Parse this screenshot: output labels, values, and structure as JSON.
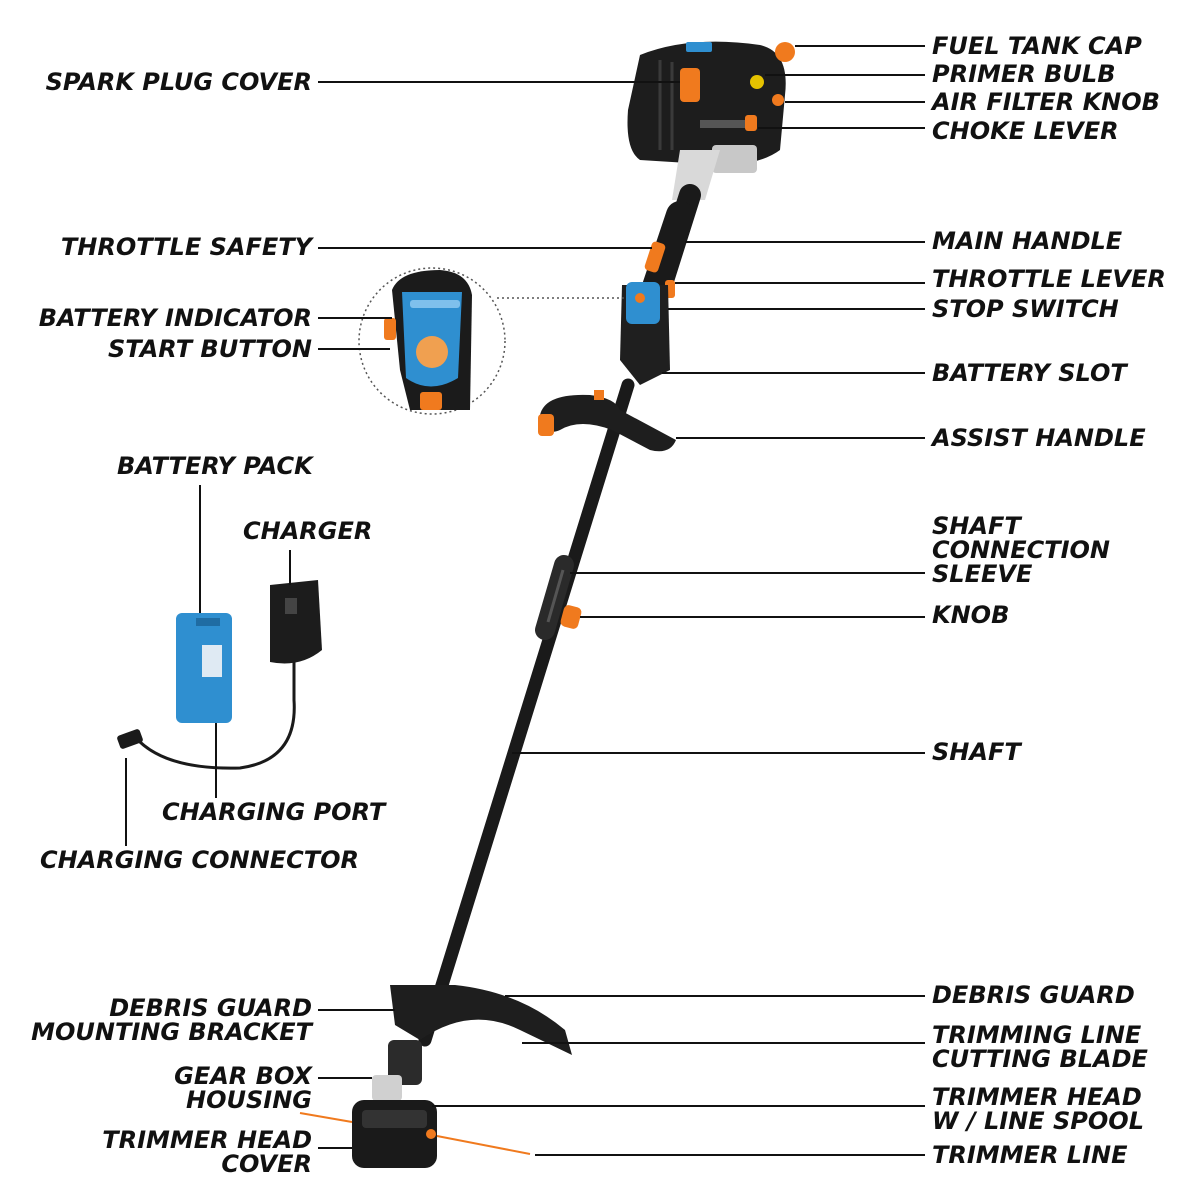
{
  "colors": {
    "accent_orange": "#f07a1e",
    "battery_blue": "#2f8fd0",
    "tool_black": "#1a1a1a",
    "leader_line": "#111111"
  },
  "labels_right": {
    "fuel_tank_cap": "FUEL TANK CAP",
    "primer_bulb": "PRIMER BULB",
    "air_filter_knob": "AIR FILTER KNOB",
    "choke_lever": "CHOKE LEVER",
    "main_handle": "MAIN HANDLE",
    "throttle_lever": "THROTTLE LEVER",
    "stop_switch": "STOP SWITCH",
    "battery_slot": "BATTERY SLOT",
    "assist_handle": "ASSIST HANDLE",
    "shaft_connection_sleeve": "SHAFT\nCONNECTION\nSLEEVE",
    "knob": "KNOB",
    "shaft": "SHAFT",
    "debris_guard": "DEBRIS GUARD",
    "trimming_line_cutting_blade": "TRIMMING LINE\nCUTTING BLADE",
    "trimmer_head_line_spool": "TRIMMER HEAD\nW / LINE SPOOL",
    "trimmer_line": "TRIMMER LINE"
  },
  "labels_left": {
    "spark_plug_cover": "SPARK PLUG COVER",
    "throttle_safety": "THROTTLE SAFETY",
    "battery_indicator": "BATTERY INDICATOR",
    "start_button": "START BUTTON",
    "battery_pack": "BATTERY PACK",
    "charger": "CHARGER",
    "charging_port": "CHARGING PORT",
    "charging_connector": "CHARGING CONNECTOR",
    "debris_guard_mounting_bracket": "DEBRIS GUARD\nMOUNTING BRACKET",
    "gear_box_housing": "GEAR BOX\nHOUSING",
    "trimmer_head_cover": "TRIMMER HEAD\nCOVER"
  }
}
